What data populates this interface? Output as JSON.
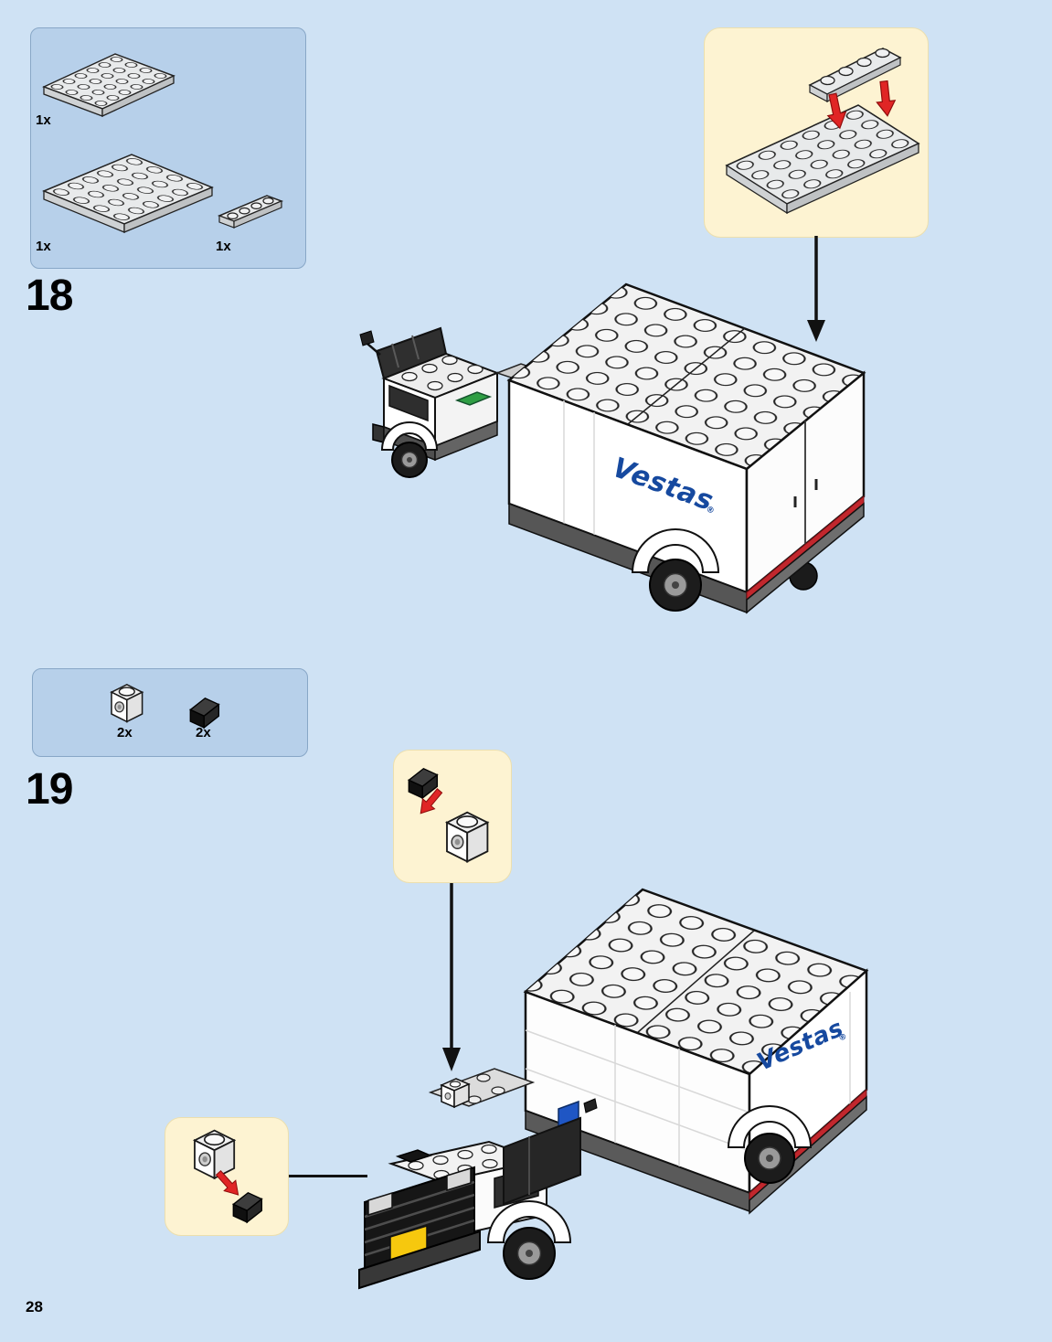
{
  "page": {
    "number": "28"
  },
  "brand": {
    "logo": "Vestas",
    "registered": "®"
  },
  "colors": {
    "page_background": "#cfe2f4",
    "parts_box_background": "#b7d0ea",
    "callout_background": "#fdf3d2",
    "arrow_red": "#e02525",
    "vestas_blue": "#16499f",
    "truck_body": "#ffffff",
    "license_plate_yellow": "#f6c80e",
    "taillight_red": "#c1272d"
  },
  "steps": [
    {
      "number": "18",
      "parts": [
        {
          "id": "plate-4x6-light-gray",
          "count": "1x"
        },
        {
          "id": "plate-4x6-light-gray",
          "count": "1x"
        },
        {
          "id": "plate-1x4-light-gray",
          "count": "1x"
        }
      ]
    },
    {
      "number": "19",
      "parts": [
        {
          "id": "headlight-brick-1x1-white",
          "count": "2x"
        },
        {
          "id": "slope-1x1-black",
          "count": "2x"
        }
      ]
    }
  ]
}
